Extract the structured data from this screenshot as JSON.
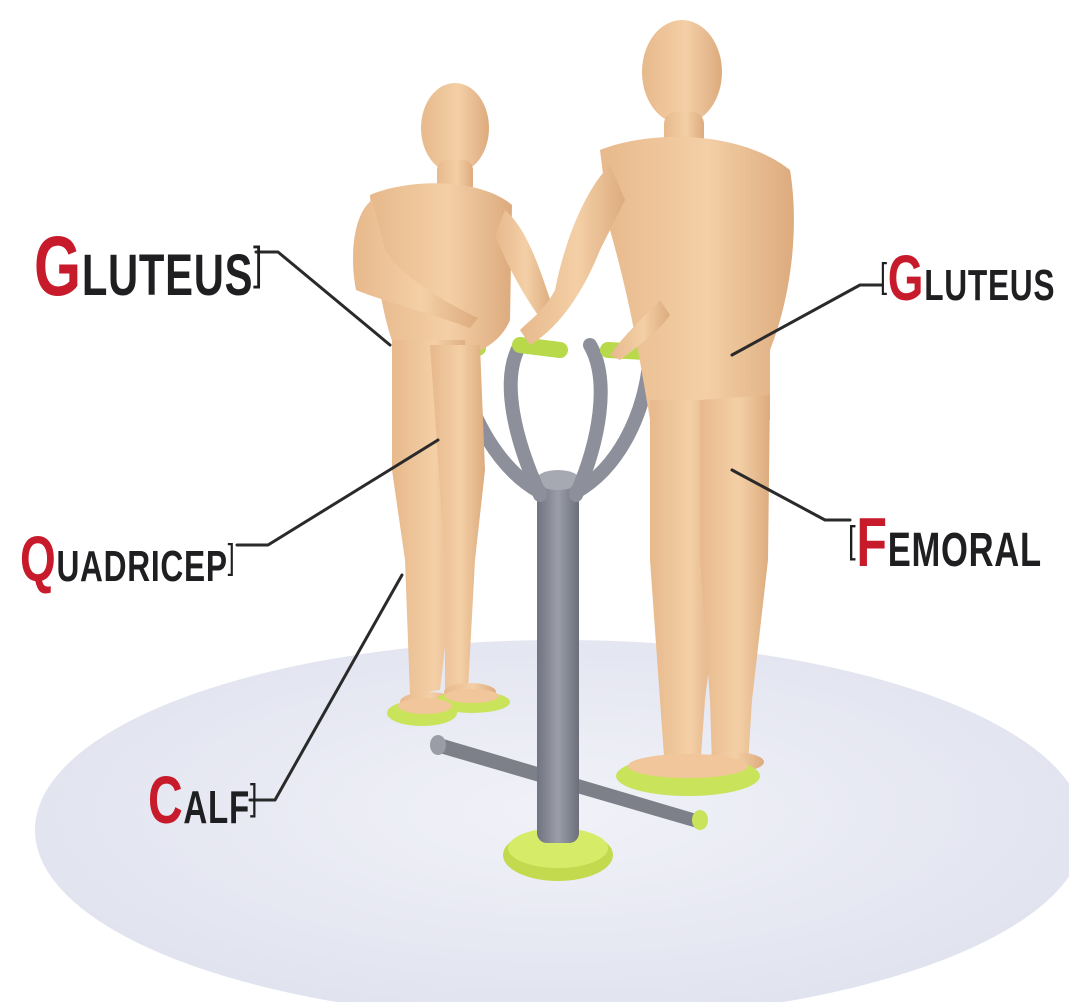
{
  "labels": {
    "gluteus_left": {
      "initial": "G",
      "rest": "LUTEUS",
      "bracket_after": "]"
    },
    "gluteus_right": {
      "bracket_before": "[",
      "initial": "G",
      "rest": "LUTEUS"
    },
    "quadricep": {
      "initial": "Q",
      "rest": "UADRICEP",
      "bracket_after": "]"
    },
    "femoral": {
      "bracket_before": "[",
      "initial": "F",
      "rest": "EMORAL"
    },
    "calf": {
      "initial": "C",
      "rest": "ALF",
      "bracket_after": "]"
    }
  },
  "colors": {
    "label_initial": "#c71a2b",
    "label_text": "#1f1f22",
    "skin": "#f0c9a0",
    "skin_shadow": "#d9a97c",
    "machine_post": "#8a8d95",
    "foot_plate": "#c9e35a",
    "ground_disc": "#e9eaf3",
    "leader_line": "#2a2a2a"
  }
}
